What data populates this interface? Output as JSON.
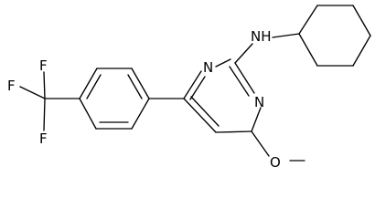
{
  "molecule": {
    "atom_labels": {
      "n_ring_top": "N",
      "n_ring_right": "N",
      "nh": "NH",
      "o": "O",
      "f_top_left": "F",
      "f_top": "F",
      "f_bottom": "F"
    }
  },
  "colors": {
    "bond": "#000000",
    "label": "#000000",
    "background": "#ffffff"
  }
}
